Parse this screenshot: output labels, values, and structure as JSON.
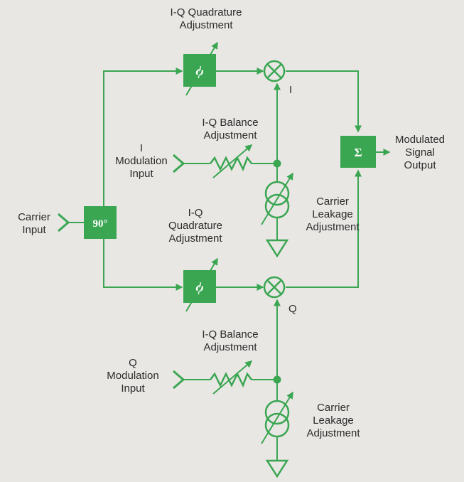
{
  "diagram": {
    "colors": {
      "accent": "#3aa652",
      "line": "#3aa652",
      "background": "#e9e7e4",
      "text": "#2b2b2b"
    },
    "labels": {
      "carrier_input": "Carrier\nInput",
      "i_modulation_input": "I\nModulation\nInput",
      "q_modulation_input": "Q\nModulation\nInput",
      "iq_quadrature_top": "I-Q Quadrature\nAdjustment",
      "iq_quadrature_mid": "I-Q\nQuadrature\nAdjustment",
      "iq_balance_top": "I-Q Balance\nAdjustment",
      "iq_balance_bottom": "I-Q Balance\nAdjustment",
      "carrier_leakage_top": "Carrier\nLeakage\nAdjustment",
      "carrier_leakage_bottom": "Carrier\nLeakage\nAdjustment",
      "modulated_output": "Modulated\nSignal\nOutput",
      "i_channel": "I",
      "q_channel": "Q"
    },
    "blocks": {
      "splitter": "90°",
      "phase_shifter": "ϕ",
      "summer": "Σ"
    }
  }
}
